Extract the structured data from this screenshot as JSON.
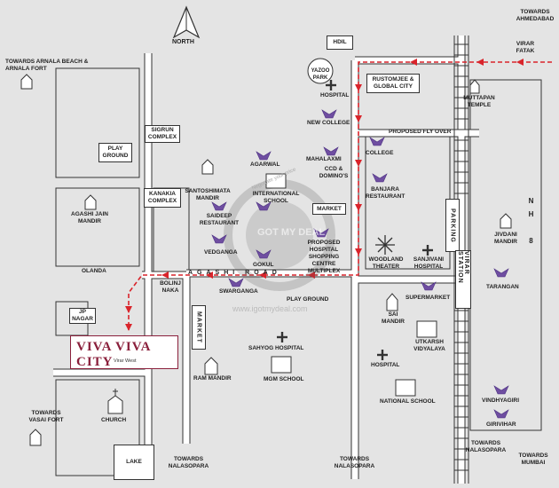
{
  "north": "NORTH",
  "directions": {
    "ahmedabad": "TOWARDS AHMEDABAD",
    "arnala": "TOWARDS ARNALA BEACH & ARNALA FORT",
    "vasai": "TOWARDS VASAI FORT",
    "nalasopara_left": "TOWARDS NALASOPARA",
    "nalasopara_mid": "TOWARDS NALASOPARA",
    "nalasopara_right": "TOWARDS NALASOPARA",
    "mumbai": "TOWARDS MUMBAI"
  },
  "boxes": {
    "hdil": "HDIL",
    "rustomjee": "RUSTOMJEE & GLOBAL CITY",
    "play_ground_box": "PLAY GROUND",
    "sigrun": "SIGRUN COMPLEX",
    "kanakia": "KANAKIA COMPLEX",
    "jp_nagar": "JP NAGAR",
    "lake": "LAKE",
    "market_h": "MARKET",
    "market_v": "MARKET",
    "virar_station": "VIRAR STATION",
    "parking": "PARKING",
    "yazoo": "YAZOO PARK"
  },
  "roads": {
    "virar_fatak": "VIRAR FATAK",
    "fly_over": "PROPOSED FLY OVER",
    "agashi_road": "AGASHI ROAD",
    "nh8": "NH 8"
  },
  "places": {
    "agashi_jain": "AGASHI JAIN MANDIR",
    "olanda": "OLANDA",
    "bolinj": "BOLINJ NAKA",
    "church": "CHURCH",
    "santoshimata": "SANTOSHIMATA MANDIR",
    "saideep": "SAIDEEP RESTAURANT",
    "vedganga": "VEDGANGA",
    "swarganga": "SWARGANGA",
    "ram_mandir": "RAM MANDIR",
    "agarwal": "AGARWAL",
    "intl_school": "INTERNATIONAL SCHOOL",
    "gokul": "GOKUL",
    "mahalaxmi": "MAHALAXMI",
    "ccd": "CCD & DOMINO'S",
    "new_college": "NEW COLLEGE",
    "hospital_top": "HOSPITAL",
    "proposed_hospital": "PROPOSED HOSPITAL SHOPPING CENTRE MULTIPLEX",
    "play_ground": "PLAY GROUND",
    "sahyog": "SAHYOG HOSPITAL",
    "mgm": "MGM SCHOOL",
    "college": "COLLEGE",
    "banjara": "BANJARA RESTAURANT",
    "woodland": "WOODLAND THEATER",
    "sanjivani": "SANJIVANI HOSPITAL",
    "sai_mandir": "SAI MANDIR",
    "supermarket": "SUPERMARKET",
    "utkarsh": "UTKARSH VIDYALAYA",
    "hospital_bottom": "HOSPITAL",
    "national_school": "NATIONAL SCHOOL",
    "muttapan": "MUTTAPAN TEMPLE",
    "jivdani": "JIVDANI MANDIR",
    "tarangan": "TARANGAN",
    "vindhyagiri": "VINDHYAGIRI",
    "girivihar": "GIRIVIHAR"
  },
  "project": {
    "name": "VIVA VIVA CITY",
    "location": "Virar West"
  },
  "watermark": {
    "url": "www.igotmydeal.com",
    "logo": "GOT MY DEAL",
    "tagline": "Negotiate your price"
  },
  "colors": {
    "road": "#ffffff",
    "road_outline": "#333333",
    "route": "#d9242b",
    "viva_icon": "#6f4ea1",
    "background": "#e4e4e4"
  }
}
